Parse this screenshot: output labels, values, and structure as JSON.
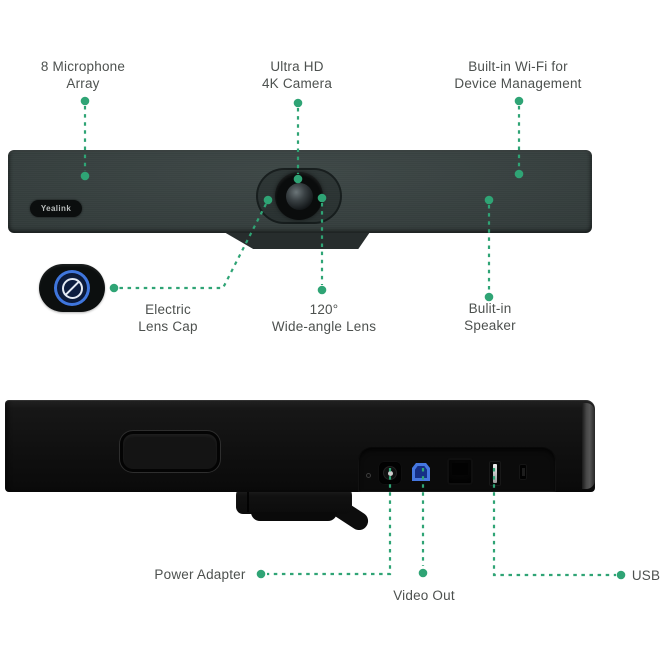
{
  "brand": {
    "logo_text": "Yealink"
  },
  "colors": {
    "accent_green": "#2fa475",
    "label_text": "#4d514f",
    "front_body": "#343e3d",
    "rear_body": "#111111",
    "lens_cap_blue": "#3f76dd"
  },
  "front_view": {
    "callouts": {
      "microphone": {
        "label": "8 Microphone\nArray"
      },
      "camera": {
        "label": "Ultra HD\n4K Camera"
      },
      "wifi": {
        "label": "Built-in Wi-Fi for\nDevice Management"
      },
      "lens_cap": {
        "label": "Electric\nLens Cap"
      },
      "wide_angle": {
        "label": "120°\nWide-angle Lens"
      },
      "speaker": {
        "label": "Bulit-in\nSpeaker"
      }
    }
  },
  "rear_view": {
    "callouts": {
      "power": {
        "label": "Power Adapter"
      },
      "video": {
        "label": "Video Out"
      },
      "usb": {
        "label": "USB"
      }
    },
    "ports": {
      "reset": "reset-pinhole",
      "power": "dc-power-jack",
      "usb_b": "usb-type-b",
      "ethernet": "rj45-ethernet",
      "usb_a": "usb-type-a",
      "lock": "kensington-lock-slot"
    }
  }
}
